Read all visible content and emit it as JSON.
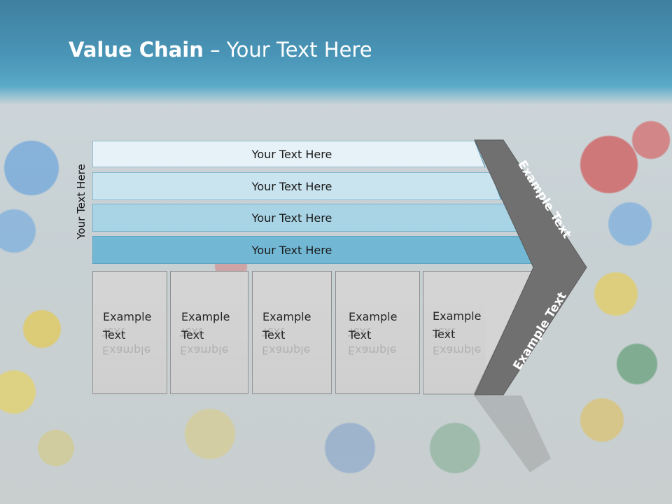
{
  "title": {
    "bold": "Value Chain",
    "rest": " – Your Text Here"
  },
  "vertical_label": "Your Text Here",
  "bars": [
    {
      "label": "Your Text Here",
      "fill": "#e6f2f8"
    },
    {
      "label": "Your Text Here",
      "fill": "#c9e4ef"
    },
    {
      "label": "Your Text Here",
      "fill": "#a8d4e5"
    },
    {
      "label": "Your Text Here",
      "fill": "#72b8d5"
    }
  ],
  "boxes": [
    {
      "line1": "Example",
      "line2": "Text"
    },
    {
      "line1": "Example",
      "line2": "Text"
    },
    {
      "line1": "Example",
      "line2": "Text"
    },
    {
      "line1": "Example",
      "line2": "Text"
    },
    {
      "line1": "Example",
      "line2": "Text"
    }
  ],
  "arrow": {
    "upper_label": "Example Text",
    "lower_label": "Example Text",
    "fill": "#707070"
  }
}
